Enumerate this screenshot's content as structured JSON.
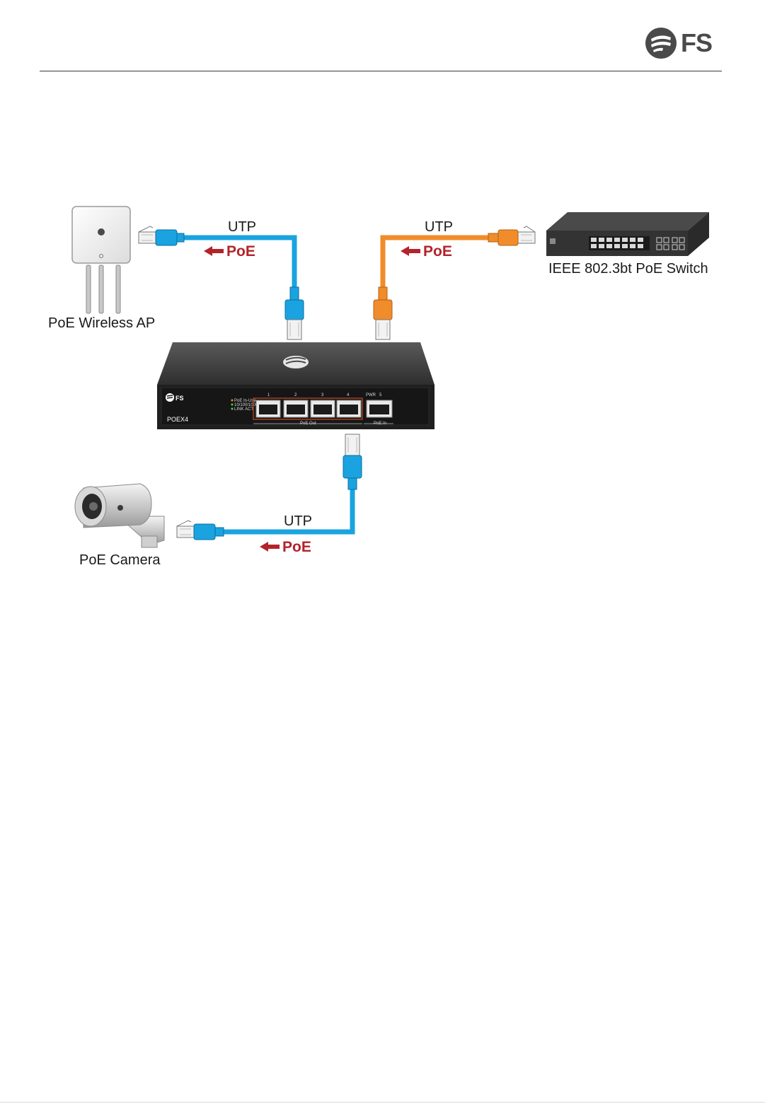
{
  "brand": {
    "name": "FS"
  },
  "diagram": {
    "devices": {
      "ap": {
        "label": "PoE Wireless AP"
      },
      "switch": {
        "label": "IEEE 802.3bt PoE Switch"
      },
      "camera": {
        "label": "PoE Camera"
      },
      "extender": {
        "model": "POEX4",
        "brand": "FS",
        "led_legend": [
          "PoE In-Use",
          "10/100/1000",
          "LINK",
          "ACT"
        ],
        "port_numbers": [
          "1",
          "2",
          "3",
          "4",
          "5"
        ],
        "pwr_label": "PWR",
        "group_labels": {
          "out": "PoE Out",
          "in": "PoE In"
        }
      }
    },
    "links": [
      {
        "id": "ap-link",
        "cable_label": "UTP",
        "power_label": "PoE",
        "color": "#1aa3e0"
      },
      {
        "id": "switch-link",
        "cable_label": "UTP",
        "power_label": "PoE",
        "color": "#f08c2a"
      },
      {
        "id": "camera-link",
        "cable_label": "UTP",
        "power_label": "PoE",
        "color": "#1aa3e0"
      }
    ],
    "colors": {
      "blue_cable": "#1aa3e0",
      "orange_cable": "#f08c2a",
      "poe_arrow": "#b3242a"
    }
  }
}
